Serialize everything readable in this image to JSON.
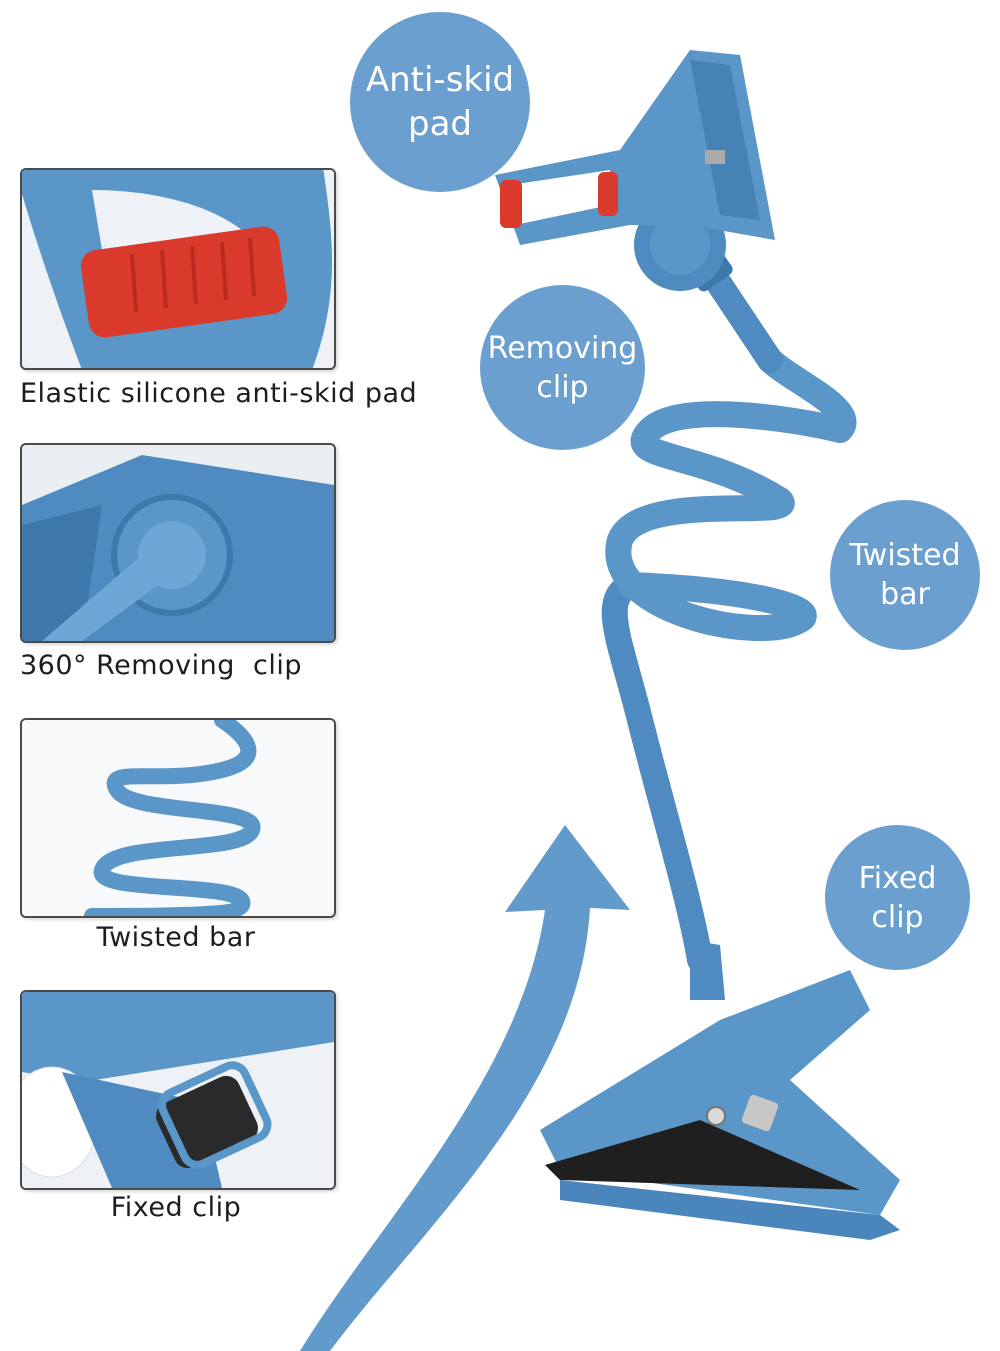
{
  "colors": {
    "product_blue": "#5a96c8",
    "product_blue_dark": "#3f78aa",
    "bubble_blue": "#6b9fcf",
    "pad_red": "#d93a2b",
    "panel_border": "#4a4a4a"
  },
  "panels": [
    {
      "caption": "Elastic silicone anti-skid pad",
      "icon": "anti-skid-pad-closeup"
    },
    {
      "caption": "360° Removing  clip",
      "icon": "rotating-joint-closeup"
    },
    {
      "caption": "Twisted bar",
      "icon": "coiled-bar-closeup"
    },
    {
      "caption": "Fixed clip",
      "icon": "base-clip-closeup"
    }
  ],
  "callouts": [
    {
      "line1": "Anti-skid",
      "line2": "pad"
    },
    {
      "line1": "Removing",
      "line2": "clip"
    },
    {
      "line1": "Twisted",
      "line2": "bar"
    },
    {
      "line1": "Fixed",
      "line2": "clip"
    }
  ]
}
